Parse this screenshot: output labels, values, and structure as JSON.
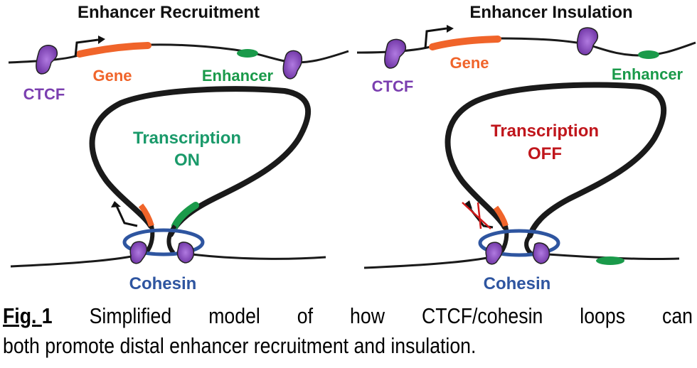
{
  "panels": [
    {
      "title": "Enhancer Recruitment",
      "labels": {
        "ctcf": "CTCF",
        "gene": "Gene",
        "enhancer": "Enhancer",
        "cohesin": "Cohesin"
      },
      "status": {
        "line1": "Transcription",
        "line2": "ON",
        "color": "#1a9a6a"
      }
    },
    {
      "title": "Enhancer Insulation",
      "labels": {
        "ctcf": "CTCF",
        "gene": "Gene",
        "enhancer": "Enhancer",
        "cohesin": "Cohesin"
      },
      "status": {
        "line1": "Transcription",
        "line2": "OFF",
        "color": "#c0161c"
      }
    }
  ],
  "colors": {
    "ctcf": "#7b3fb0",
    "gene": "#f0642a",
    "enhancer": "#1a9a4a",
    "cohesin": "#2e55a0",
    "dna": "#1a1a1a"
  },
  "caption": {
    "fig_label": "Fig.",
    "fig_number": "1",
    "line1_words": [
      "Simplified",
      "model",
      "of",
      "how",
      "CTCF/cohesin",
      "loops",
      "can"
    ],
    "line2": "both promote distal enhancer recruitment and insulation."
  }
}
